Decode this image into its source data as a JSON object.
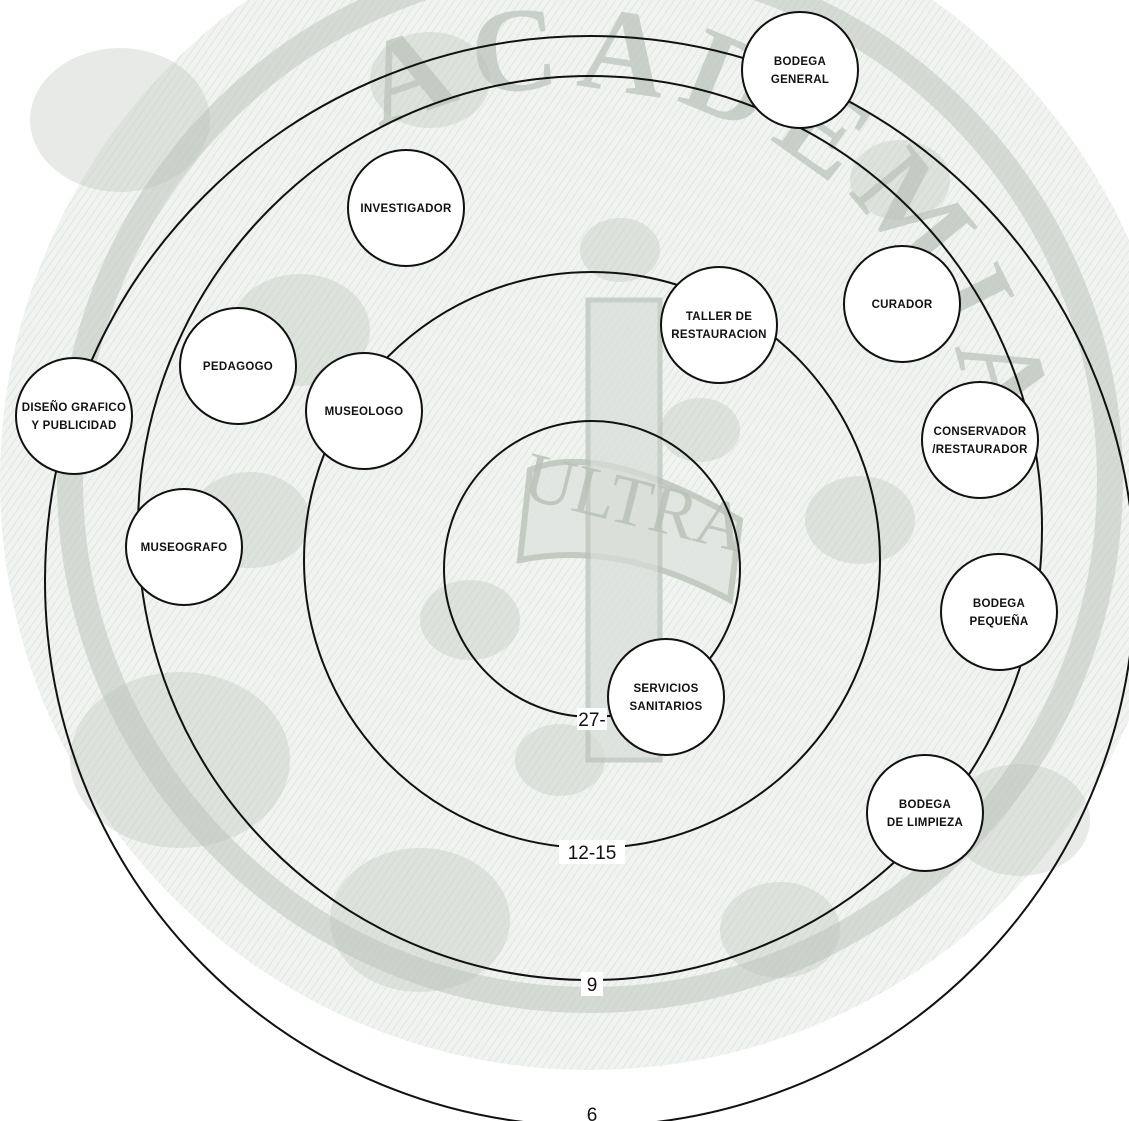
{
  "background": {
    "seal_text": [
      "ACADEMIA",
      "ULTRA"
    ],
    "seal_color": "#b9c2b9"
  },
  "rings": [
    {
      "label": "27-"
    },
    {
      "label": "12-15"
    },
    {
      "label": "9"
    },
    {
      "label": "6"
    }
  ],
  "nodes": [
    {
      "id": "bodega-general",
      "lines": [
        "BODEGA",
        "GENERAL"
      ]
    },
    {
      "id": "investigador",
      "lines": [
        "INVESTIGADOR"
      ]
    },
    {
      "id": "curador",
      "lines": [
        "CURADOR"
      ]
    },
    {
      "id": "taller-de-restauracion",
      "lines": [
        "TALLER DE",
        "RESTAURACION"
      ]
    },
    {
      "id": "pedagogo",
      "lines": [
        "PEDAGOGO"
      ]
    },
    {
      "id": "museologo",
      "lines": [
        "MUSEOLOGO"
      ]
    },
    {
      "id": "diseno-grafico",
      "lines": [
        "DISEÑO GRAFICO",
        "Y PUBLICIDAD"
      ]
    },
    {
      "id": "conservador-restaurador",
      "lines": [
        "CONSERVADOR",
        "/RESTAURADOR"
      ]
    },
    {
      "id": "museografo",
      "lines": [
        "MUSEOGRAFO"
      ]
    },
    {
      "id": "bodega-pequena",
      "lines": [
        "BODEGA",
        "PEQUEÑA"
      ]
    },
    {
      "id": "servicios-sanitarios",
      "lines": [
        "SERVICIOS",
        "SANITARIOS"
      ]
    },
    {
      "id": "bodega-de-limpieza",
      "lines": [
        "BODEGA",
        "DE LIMPIEZA"
      ]
    }
  ]
}
